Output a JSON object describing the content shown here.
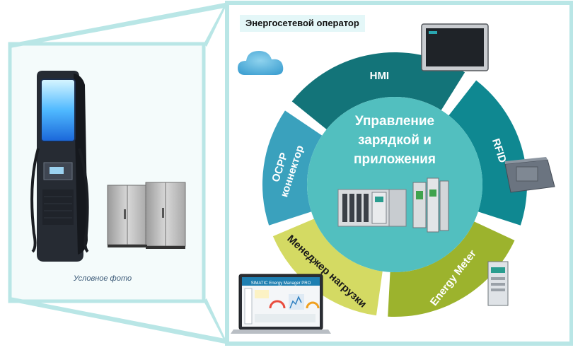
{
  "left_panel": {
    "caption": "Условное фото"
  },
  "right_panel": {
    "operator_label": "Энергосетевой оператор",
    "center": {
      "lines": [
        "Управление",
        "зарядкой и",
        "приложения"
      ]
    },
    "segments": [
      {
        "id": "hmi",
        "label": "HMI",
        "color": "#137479"
      },
      {
        "id": "rfid",
        "label": "RFID",
        "color": "#0f8891"
      },
      {
        "id": "energy-meter",
        "label": "Energy Meter",
        "color": "#9cb32d"
      },
      {
        "id": "load-manager",
        "label": "Менеджер нагрузки",
        "color": "#d4da63"
      },
      {
        "id": "ocpp",
        "label": [
          "OCPP",
          "коннектор"
        ],
        "color": "#3aa1bd"
      }
    ],
    "software_window_title": "SIMATIC Energy Manager PRO"
  },
  "colors": {
    "frame": "#b9e6e6",
    "right_background": "#cdeef0",
    "center_circle": "#52bfbf"
  }
}
